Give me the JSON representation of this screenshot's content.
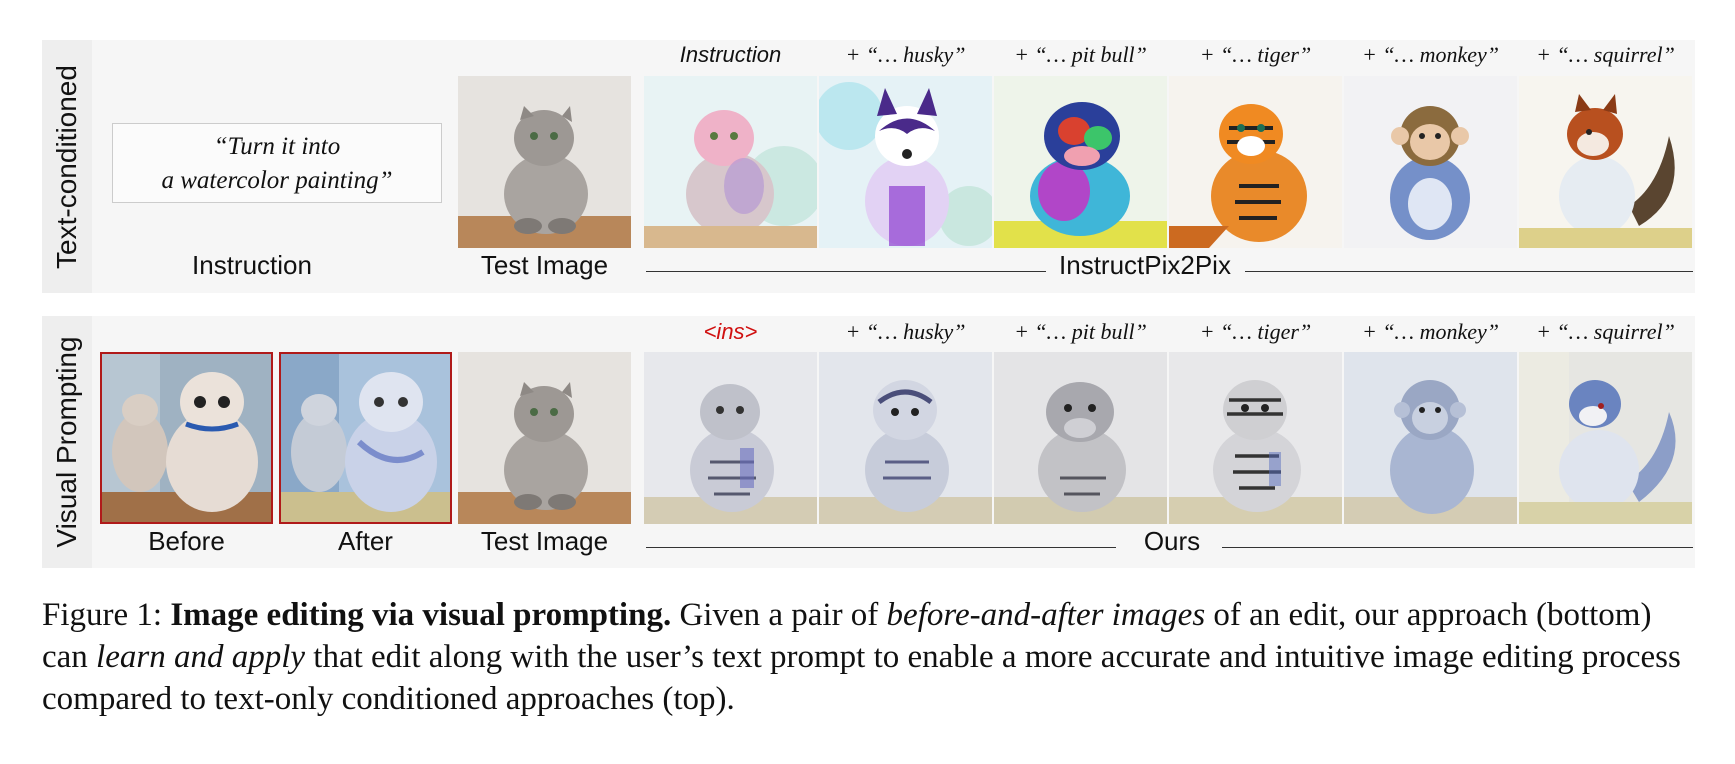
{
  "top_row": {
    "side_label": "Text-conditioned",
    "instruction_text_line1": "“Turn it into",
    "instruction_text_line2": "a watercolor painting”",
    "col_instruction_label": "Instruction",
    "col_test_label": "Test Image",
    "group_label": "InstructPix2Pix",
    "headers": [
      "Instruction",
      "+ “… husky”",
      "+ “… pit bull”",
      "+ “… tiger”",
      "+ “… monkey”",
      "+ “… squirrel”"
    ]
  },
  "bottom_row": {
    "side_label": "Visual Prompting",
    "before_label": "Before",
    "after_label": "After",
    "col_test_label": "Test Image",
    "group_label": "Ours",
    "headers": [
      "<ins>",
      "+ “… husky”",
      "+ “… pit bull”",
      "+ “… tiger”",
      "+ “… monkey”",
      "+ “… squirrel”"
    ]
  },
  "caption": {
    "prefix": "Figure 1: ",
    "bold": "Image editing via visual prompting.",
    "t1": " Given a pair of ",
    "i1": "before-and-after images",
    "t2": " of an edit, our approach (bottom) can ",
    "i2": "learn and apply",
    "t3": " that edit along with the user’s text prompt to enable a more accurate and intuitive image editing process compared to text-only conditioned approaches (top)."
  },
  "colors": {
    "accent_red": "#d01010",
    "frame_red": "#b01a1a",
    "panel_bg": "#f6f6f6"
  },
  "icons": [
    "cat-photo",
    "watercolor-animal",
    "sketch-animal"
  ]
}
